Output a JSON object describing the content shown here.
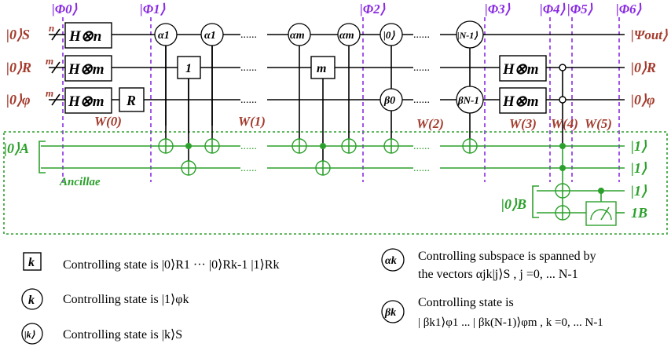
{
  "phases": [
    "|Φ0⟩",
    "|Φ1⟩",
    "|Φ2⟩",
    "|Φ3⟩",
    "|Φ4⟩",
    "|Φ5⟩",
    "|Φ6⟩"
  ],
  "inputs": {
    "s": "|0⟩S",
    "r": "|0⟩R",
    "phi": "|0⟩φ",
    "a": "|0⟩A",
    "b": "|0⟩B"
  },
  "register_sizes": {
    "s": "n",
    "r": "m",
    "phi": "m"
  },
  "outputs": {
    "psi": "|Ψout⟩",
    "r": "|0⟩R",
    "phi": "|0⟩φ",
    "a1": "|1⟩",
    "a2": "|1⟩",
    "b": "|1⟩",
    "b_meas": "1B"
  },
  "gates": {
    "hn": "H⊗n",
    "hm": "H⊗m",
    "r": "R",
    "alpha1": "α1",
    "alpham": "αm",
    "one": "1",
    "m": "m",
    "ket0": "|0⟩",
    "ketn1": "|N-1⟩",
    "beta0": "β0",
    "betan1": "βN-1"
  },
  "operators": [
    "W(0)",
    "W(1)",
    "W(2)",
    "W(3)",
    "W(4)",
    "W(5)"
  ],
  "ancillae_label": "Ancillae",
  "dots": "......",
  "legend": {
    "box_symbol": "k",
    "box_text": "Controlling state is |0⟩R1 ··· |0⟩Rk-1 |1⟩Rk",
    "circle_symbol": "k",
    "circle_text": "Controlling state is |1⟩φk",
    "ket_symbol": "|k⟩",
    "ket_text": "Controlling state is |k⟩S",
    "alpha_symbol": "αk",
    "alpha_text_1": "Controlling  subspace is spanned by",
    "alpha_text_2": "the vectors αjk|j⟩S , j =0, ... N-1",
    "beta_symbol": "βk",
    "beta_text_1": "Controlling state is",
    "beta_text_2": "| βk1⟩φ1 ... | βk(N-1)⟩φm , k =0, ... N-1"
  }
}
